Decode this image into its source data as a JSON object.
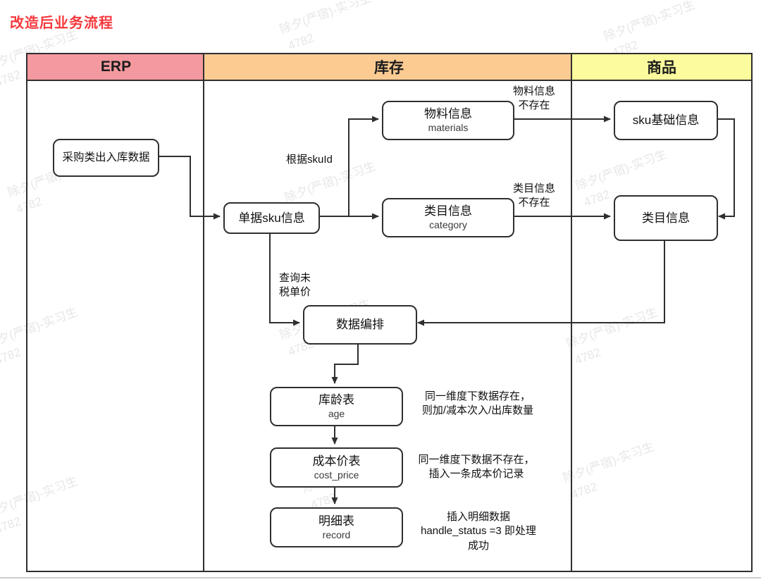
{
  "title": "改造后业务流程",
  "watermark": {
    "line1": "除夕(严宿)-实习生",
    "line2": "4782"
  },
  "lanes": [
    {
      "id": "erp",
      "label": "ERP",
      "color": "#F4999F"
    },
    {
      "id": "inventory",
      "label": "库存",
      "color": "#FBCB92"
    },
    {
      "id": "goods",
      "label": "商品",
      "color": "#FCFB9D"
    }
  ],
  "nodes": {
    "purchase_data": {
      "label": "采购类出入库数据"
    },
    "order_sku": {
      "label": "单据sku信息"
    },
    "materials": {
      "label": "物料信息",
      "sublabel": "materials"
    },
    "category": {
      "label": "类目信息",
      "sublabel": "category"
    },
    "sku_base": {
      "label": "sku基础信息"
    },
    "goods_category": {
      "label": "类目信息"
    },
    "orchestration": {
      "label": "数据编排"
    },
    "age": {
      "label": "库龄表",
      "sublabel": "age"
    },
    "cost_price": {
      "label": "成本价表",
      "sublabel": "cost_price"
    },
    "record": {
      "label": "明细表",
      "sublabel": "record"
    }
  },
  "edge_labels": {
    "by_sku_id": "根据skuId",
    "materials_missing": "物料信息\n不存在",
    "category_missing": "类目信息\n不存在",
    "query_untaxed": "查询未\n税单价"
  },
  "annotations": {
    "age_note": "同一维度下数据存在，\n则加/减本次入/出库数量",
    "cost_note": "同一维度下数据不存在，\n插入一条成本价记录",
    "record_note": "插入明细数据\nhandle_status =3 即处理\n成功"
  },
  "colors": {
    "title_red": "#F5383D",
    "line": "#2f2f2f",
    "page_bottom_line": "#cccccc"
  }
}
